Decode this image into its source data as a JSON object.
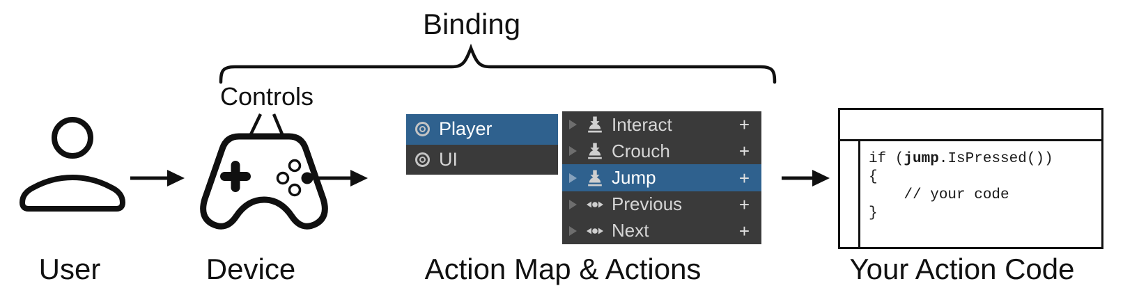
{
  "labels": {
    "binding": "Binding",
    "controls": "Controls",
    "user": "User",
    "device": "Device",
    "action_map": "Action Map & Actions",
    "action_code": "Your Action Code"
  },
  "colors": {
    "selection_blue": "#2f618e",
    "panel_dark": "#3a3a3a",
    "panel_text": "#d6d6d6"
  },
  "action_map_panel": {
    "rows": [
      {
        "label": "Player",
        "icon": "target-icon",
        "selected": true
      },
      {
        "label": "UI",
        "icon": "target-icon",
        "selected": false
      }
    ]
  },
  "actions_panel": {
    "rows": [
      {
        "label": "Interact",
        "icon": "button-press-icon",
        "add": "+",
        "selected": false
      },
      {
        "label": "Crouch",
        "icon": "button-press-icon",
        "add": "+",
        "selected": false
      },
      {
        "label": "Jump",
        "icon": "button-press-icon",
        "add": "+",
        "selected": true
      },
      {
        "label": "Previous",
        "icon": "axis-icon",
        "add": "+",
        "selected": false
      },
      {
        "label": "Next",
        "icon": "axis-icon",
        "add": "+",
        "selected": false
      }
    ]
  },
  "code_window": {
    "line1_prefix": "if (",
    "line1_bold": "jump",
    "line1_suffix": ".IsPressed())",
    "line2": "{",
    "line3": "    // your code",
    "line4": "}"
  }
}
